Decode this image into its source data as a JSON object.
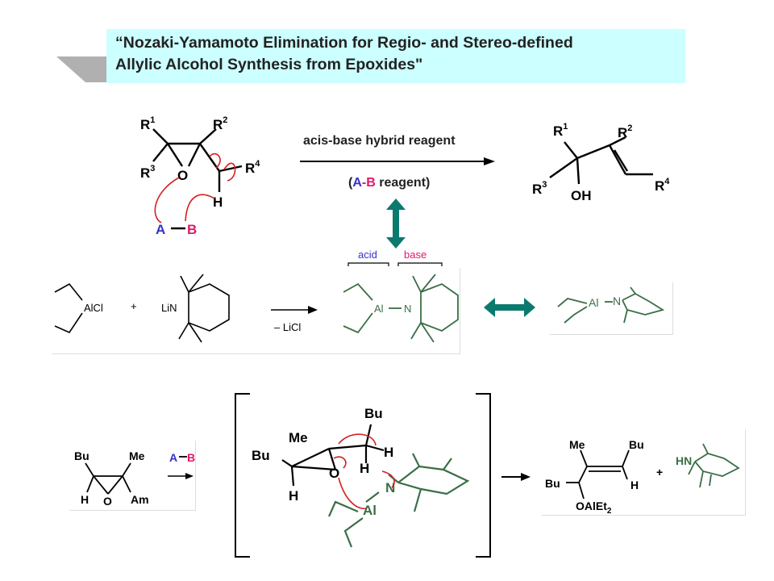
{
  "title": {
    "line1": "“Nozaki-Yamamoto Elimination for Regio- and Stereo-defined",
    "line2": "Allylic Alcohol Synthesis from Epoxides\""
  },
  "reaction": {
    "reagent_line1": "acis-base hybrid reagent",
    "reagent_open": "(",
    "reagent_a": "A",
    "reagent_dash": "-",
    "reagent_b": "B",
    "reagent_rest": " reagent)"
  },
  "epoxide": {
    "r1": "R",
    "r1_sup": "1",
    "r2": "R",
    "r2_sup": "2",
    "r3": "R",
    "r3_sup": "3",
    "r4": "R",
    "r4_sup": "4",
    "o": "O",
    "h": "H",
    "a": "A",
    "b": "B"
  },
  "product": {
    "r1": "R",
    "r1_sup": "1",
    "r2": "R",
    "r2_sup": "2",
    "r3": "R",
    "r3_sup": "3",
    "r4": "R",
    "r4_sup": "4",
    "oh": "OH"
  },
  "reagent_prep": {
    "acid_label": "acid",
    "base_label": "base",
    "alcl": "AlCl",
    "plus": "+",
    "lin": "LiN",
    "byproduct": "– LiCl",
    "al": "Al",
    "n": "N"
  },
  "conformer": {
    "al": "Al",
    "n": "N"
  },
  "example": {
    "bu": "Bu",
    "me": "Me",
    "h": "H",
    "o": "O",
    "am": "Am",
    "a": "A",
    "b": "B"
  },
  "transition_state": {
    "bu_top": "Bu",
    "me": "Me",
    "bu_left": "Bu",
    "o": "O",
    "h_bottom": "H",
    "h_right1": "H",
    "h_right2": "H",
    "n": "N",
    "al": "Al"
  },
  "final_product": {
    "me": "Me",
    "bu_right": "Bu",
    "bu_left": "Bu",
    "h": "H",
    "oalet": "OAlEt",
    "oalet_sub": "2",
    "plus": "+",
    "hn": "HN"
  },
  "colors": {
    "title_bg": "#ccffff",
    "acid_blue": "#3333cc",
    "base_pink": "#e0186c",
    "teal_arrow": "#0b7a6e",
    "reagent_green": "#3a6e46",
    "red_arrow": "#d42020"
  }
}
